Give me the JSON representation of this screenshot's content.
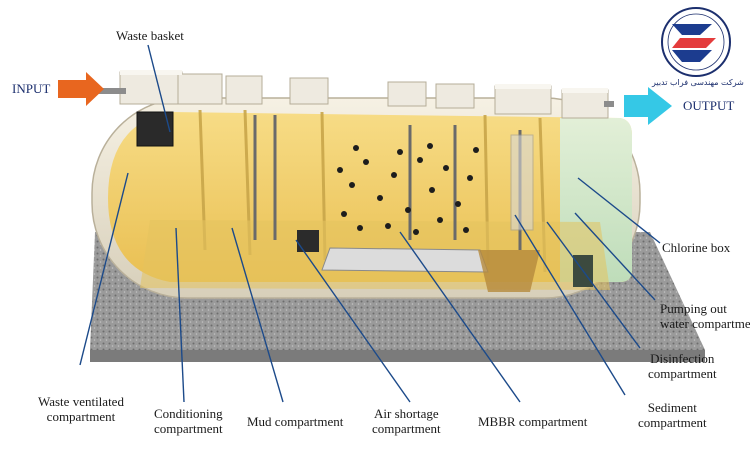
{
  "flow": {
    "input": "INPUT",
    "output": "OUTPUT"
  },
  "labels": {
    "waste_basket": "Waste basket",
    "chlorine_box": "Chlorine box",
    "pumping_out": "Pumping out\nwater compartment",
    "disinfection": "Disinfection\ncompartment",
    "sediment": "Sediment\ncompartment",
    "mbbr": "MBBR compartment",
    "air_shortage": "Air shortage\ncompartment",
    "mud": "Mud compartment",
    "conditioning": "Conditioning\ncompartment",
    "waste_ventilated": "Waste ventilated\ncompartment"
  },
  "logo": {
    "company": "شرکت مهندسی فراب تدبیر"
  },
  "colors": {
    "input_arrow": "#e8661f",
    "output_arrow": "#35c8e6",
    "tank_shell": "#efe9d8",
    "liquid": "#f1cf6d",
    "leader_line": "#1c4a8a",
    "ground": "#8c8c8c"
  }
}
